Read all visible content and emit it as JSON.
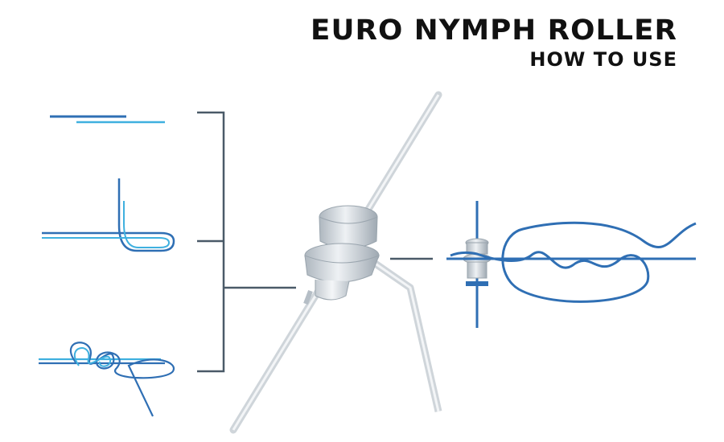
{
  "title": {
    "main": "EURO NYMPH ROLLER",
    "sub": "HOW TO USE"
  },
  "colors": {
    "dark_blue": "#2f6fb4",
    "light_blue": "#3fb0df",
    "bracket": "#4a5a68",
    "tube": "#d8dde2",
    "roller": "#c9d0d6"
  },
  "steps": [
    "line-overlap",
    "line-fold",
    "knot-loops"
  ]
}
